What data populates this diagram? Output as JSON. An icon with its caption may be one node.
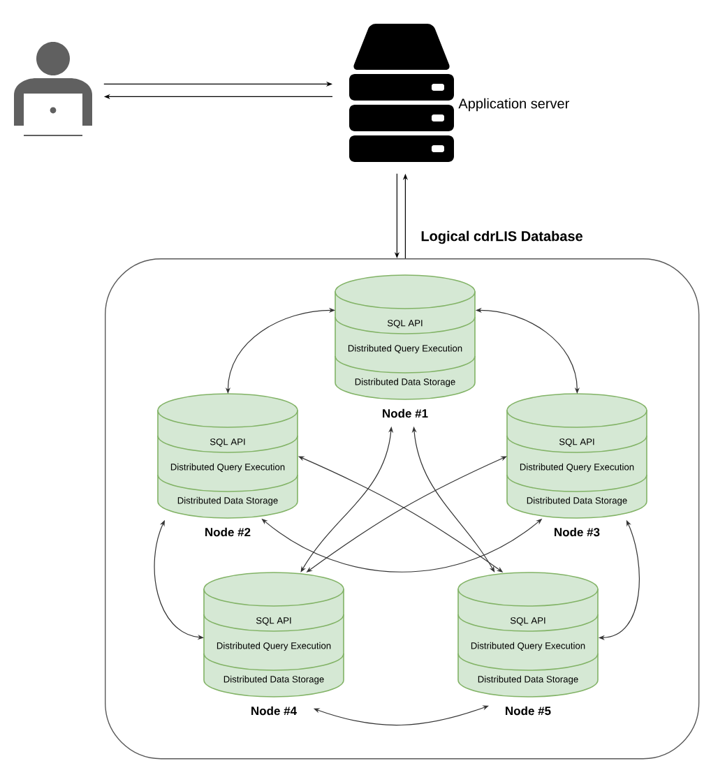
{
  "diagram": {
    "nodes": [
      {
        "text": [],
        "shape": "person"
      },
      {
        "text": [],
        "shape": "server",
        "beside": [
          "Application server"
        ]
      },
      {
        "text": [
          "Logical cdrLIS Database"
        ]
      },
      {
        "text": [
          "SQL API",
          "Distributed Query Execution",
          "Distributed Data Storage"
        ],
        "in": 2,
        "beside": [
          "Node #1"
        ]
      },
      {
        "text": [
          "SQL API",
          "Distributed Query Execution",
          "Distributed Data Storage"
        ],
        "in": 2,
        "beside": [
          "Node #2"
        ]
      },
      {
        "text": [
          "SQL API",
          "Distributed Query Execution",
          "Distributed Data Storage"
        ],
        "in": 2,
        "beside": [
          "Node #3"
        ]
      },
      {
        "text": [
          "SQL API",
          "Distributed Query Execution",
          "Distributed Data Storage"
        ],
        "in": 2,
        "beside": [
          "Node #4"
        ]
      },
      {
        "text": [
          "SQL API",
          "Distributed Query Execution",
          "Distributed Data Storage"
        ],
        "in": 2,
        "beside": [
          "Node #5"
        ]
      }
    ],
    "edges": [
      {
        "from": 0,
        "to": 1,
        "arrow": "to"
      },
      {
        "from": 1,
        "to": 0,
        "arrow": "to"
      },
      {
        "from": 1,
        "to": 2,
        "arrow": "to"
      },
      {
        "from": 2,
        "to": 1,
        "arrow": "to"
      },
      {
        "from": 3,
        "to": 4,
        "arrow": "both"
      },
      {
        "from": 3,
        "to": 5,
        "arrow": "both"
      },
      {
        "from": 3,
        "to": 6,
        "arrow": "both"
      },
      {
        "from": 3,
        "to": 7,
        "arrow": "both"
      },
      {
        "from": 4,
        "to": 5,
        "arrow": "both"
      },
      {
        "from": 4,
        "to": 6,
        "arrow": "both"
      },
      {
        "from": 4,
        "to": 7,
        "arrow": "both"
      },
      {
        "from": 5,
        "to": 6,
        "arrow": "both"
      },
      {
        "from": 5,
        "to": 7,
        "arrow": "both"
      },
      {
        "from": 6,
        "to": 7,
        "arrow": "both"
      }
    ]
  }
}
